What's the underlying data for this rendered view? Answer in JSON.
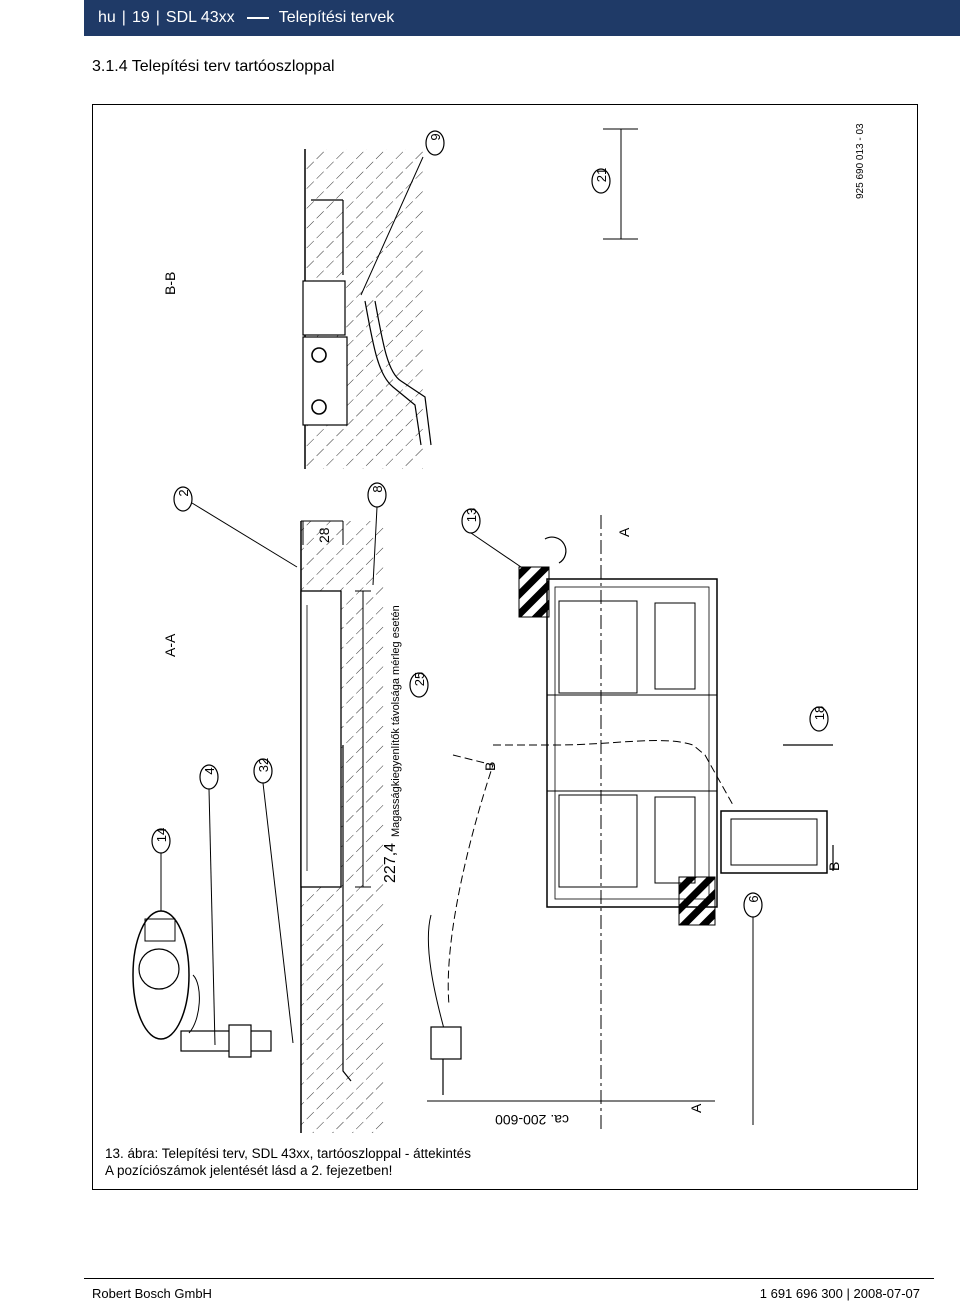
{
  "header": {
    "lang": "hu",
    "page": "19",
    "product": "SDL 43xx",
    "chapter": "Telepítési tervek"
  },
  "section": {
    "title": "3.1.4 Telepítési terv tartóoszloppal"
  },
  "drawing": {
    "drawing_number": "925 690 013 - 03",
    "view_aa": "A-A",
    "view_bb": "B-B",
    "section_a": "A",
    "section_b": "B",
    "dimension_227": "227,4",
    "dimension_28": "28",
    "dimension_ca": "ca. 200-600",
    "note_height": "Magasságkiegyenlítők távolsága mérleg esetén",
    "callouts": [
      "2",
      "4",
      "6",
      "8",
      "9",
      "13",
      "14",
      "18",
      "21",
      "25",
      "32"
    ]
  },
  "caption": {
    "line1": "13. ábra: Telepítési terv, SDL 43xx, tartóoszloppal - áttekintés",
    "line2": "A pozíciószámok jelentését lásd a 2. fejezetben!"
  },
  "footer": {
    "company": "Robert Bosch GmbH",
    "docnumber": "1 691 696 300",
    "date": "2008-07-07"
  }
}
